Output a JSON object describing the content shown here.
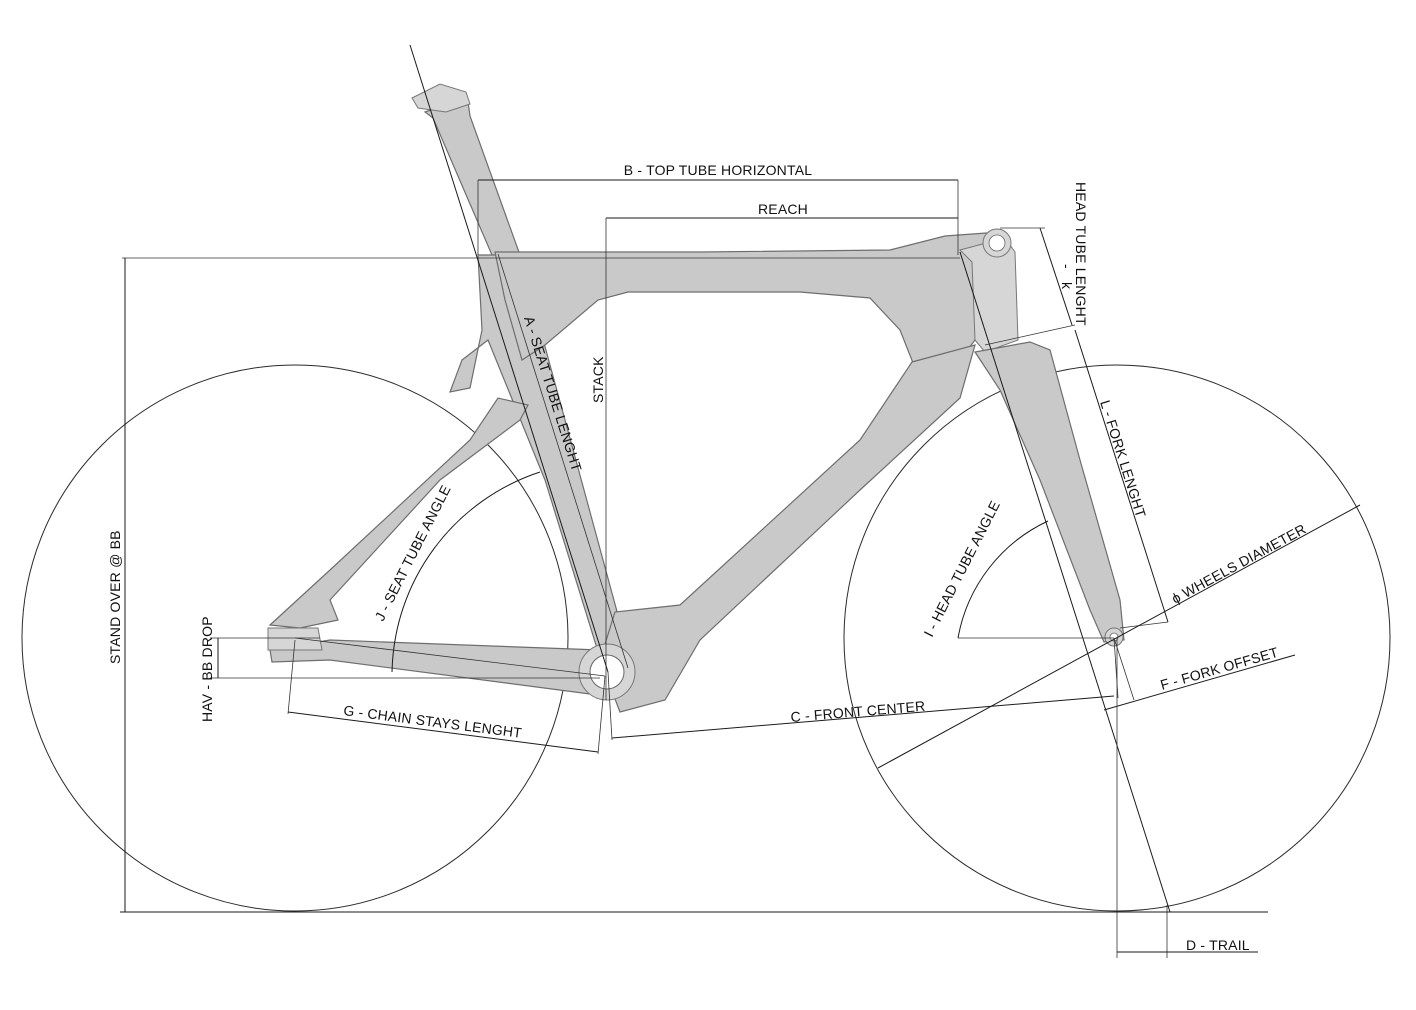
{
  "labels": {
    "top_tube_horizontal": "B - TOP TUBE HORIZONTAL",
    "reach": "REACH",
    "head_tube_length": "HEAD TUBE LENGHT",
    "head_tube_dash": "-",
    "head_tube_k": "k",
    "seat_tube_length": "A - SEAT TUBE LENGHT",
    "stack": "STACK",
    "fork_length": "L - FORK LENGHT",
    "stand_over": "STAND OVER @ BB",
    "seat_tube_angle": "J - SEAT TUBE ANGLE",
    "head_tube_angle": "I - HEAD TUBE ANGLE",
    "wheels_diameter": "ϕ WHEELS DIAMETER",
    "bb_drop": "HAV - BB DROP",
    "fork_offset": "F - FORK OFFSET",
    "front_center": "C - FRONT CENTER",
    "chain_stays_length": "G - CHAIN STAYS LENGHT",
    "trail": "D - TRAIL"
  },
  "colors": {
    "frame_fill": "#c9c9c9",
    "frame_stroke": "#6e6e6e",
    "line": "#1a1a1a",
    "background": "#ffffff"
  }
}
